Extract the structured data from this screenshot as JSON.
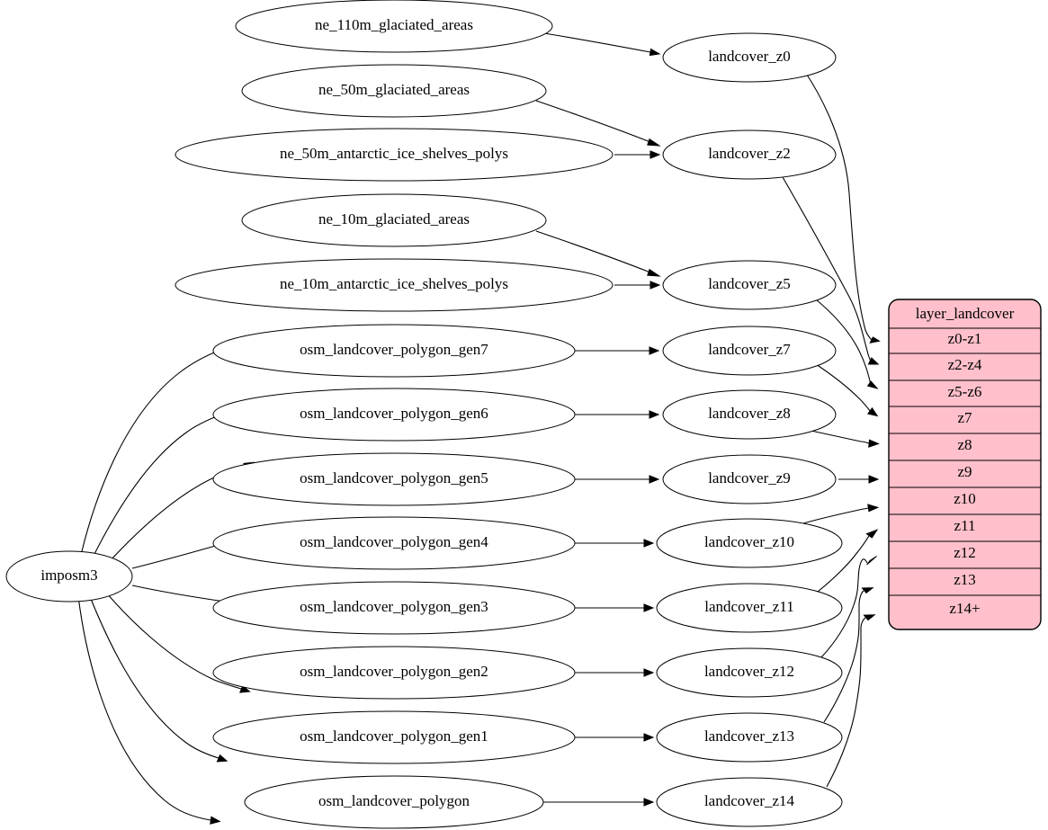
{
  "diagram": {
    "title": "landcover layer dependency graph",
    "background_color": "#ffffff",
    "node_fill": "#ffffff",
    "node_stroke": "#000000",
    "table_fill": "#ffc0cb",
    "table_stroke": "#000000",
    "edge_color": "#000000"
  },
  "source_node": {
    "label": "imposm3"
  },
  "natural_earth_nodes": [
    {
      "label": "ne_110m_glaciated_areas"
    },
    {
      "label": "ne_50m_glaciated_areas"
    },
    {
      "label": "ne_50m_antarctic_ice_shelves_polys"
    },
    {
      "label": "ne_10m_glaciated_areas"
    },
    {
      "label": "ne_10m_antarctic_ice_shelves_polys"
    }
  ],
  "osm_nodes": [
    {
      "label": "osm_landcover_polygon_gen7"
    },
    {
      "label": "osm_landcover_polygon_gen6"
    },
    {
      "label": "osm_landcover_polygon_gen5"
    },
    {
      "label": "osm_landcover_polygon_gen4"
    },
    {
      "label": "osm_landcover_polygon_gen3"
    },
    {
      "label": "osm_landcover_polygon_gen2"
    },
    {
      "label": "osm_landcover_polygon_gen1"
    },
    {
      "label": "osm_landcover_polygon"
    }
  ],
  "landcover_nodes": [
    {
      "label": "landcover_z0"
    },
    {
      "label": "landcover_z2"
    },
    {
      "label": "landcover_z5"
    },
    {
      "label": "landcover_z7"
    },
    {
      "label": "landcover_z8"
    },
    {
      "label": "landcover_z9"
    },
    {
      "label": "landcover_z10"
    },
    {
      "label": "landcover_z11"
    },
    {
      "label": "landcover_z12"
    },
    {
      "label": "landcover_z13"
    },
    {
      "label": "landcover_z14"
    }
  ],
  "layer_table": {
    "header": "layer_landcover",
    "rows": [
      {
        "label": "z0-z1"
      },
      {
        "label": "z2-z4"
      },
      {
        "label": "z5-z6"
      },
      {
        "label": "z7"
      },
      {
        "label": "z8"
      },
      {
        "label": "z9"
      },
      {
        "label": "z10"
      },
      {
        "label": "z11"
      },
      {
        "label": "z12"
      },
      {
        "label": "z13"
      },
      {
        "label": "z14+"
      }
    ]
  },
  "edges": [
    {
      "from": "ne_110m_glaciated_areas",
      "to": "landcover_z0"
    },
    {
      "from": "ne_50m_glaciated_areas",
      "to": "landcover_z2"
    },
    {
      "from": "ne_50m_antarctic_ice_shelves_polys",
      "to": "landcover_z2"
    },
    {
      "from": "ne_10m_glaciated_areas",
      "to": "landcover_z5"
    },
    {
      "from": "ne_10m_antarctic_ice_shelves_polys",
      "to": "landcover_z5"
    },
    {
      "from": "imposm3",
      "to": "osm_landcover_polygon_gen7"
    },
    {
      "from": "imposm3",
      "to": "osm_landcover_polygon_gen6"
    },
    {
      "from": "imposm3",
      "to": "osm_landcover_polygon_gen5"
    },
    {
      "from": "imposm3",
      "to": "osm_landcover_polygon_gen4"
    },
    {
      "from": "imposm3",
      "to": "osm_landcover_polygon_gen3"
    },
    {
      "from": "imposm3",
      "to": "osm_landcover_polygon_gen2"
    },
    {
      "from": "imposm3",
      "to": "osm_landcover_polygon_gen1"
    },
    {
      "from": "imposm3",
      "to": "osm_landcover_polygon"
    },
    {
      "from": "osm_landcover_polygon_gen7",
      "to": "landcover_z7"
    },
    {
      "from": "osm_landcover_polygon_gen6",
      "to": "landcover_z8"
    },
    {
      "from": "osm_landcover_polygon_gen5",
      "to": "landcover_z9"
    },
    {
      "from": "osm_landcover_polygon_gen4",
      "to": "landcover_z10"
    },
    {
      "from": "osm_landcover_polygon_gen3",
      "to": "landcover_z11"
    },
    {
      "from": "osm_landcover_polygon_gen2",
      "to": "landcover_z12"
    },
    {
      "from": "osm_landcover_polygon_gen1",
      "to": "landcover_z13"
    },
    {
      "from": "osm_landcover_polygon",
      "to": "landcover_z14"
    },
    {
      "from": "landcover_z0",
      "to": "layer_landcover:z0-z1"
    },
    {
      "from": "landcover_z2",
      "to": "layer_landcover:z2-z4"
    },
    {
      "from": "landcover_z5",
      "to": "layer_landcover:z5-z6"
    },
    {
      "from": "landcover_z7",
      "to": "layer_landcover:z7"
    },
    {
      "from": "landcover_z8",
      "to": "layer_landcover:z8"
    },
    {
      "from": "landcover_z9",
      "to": "layer_landcover:z9"
    },
    {
      "from": "landcover_z10",
      "to": "layer_landcover:z10"
    },
    {
      "from": "landcover_z11",
      "to": "layer_landcover:z11"
    },
    {
      "from": "landcover_z12",
      "to": "layer_landcover:z12"
    },
    {
      "from": "landcover_z13",
      "to": "layer_landcover:z13"
    },
    {
      "from": "landcover_z14",
      "to": "layer_landcover:z14+"
    }
  ]
}
